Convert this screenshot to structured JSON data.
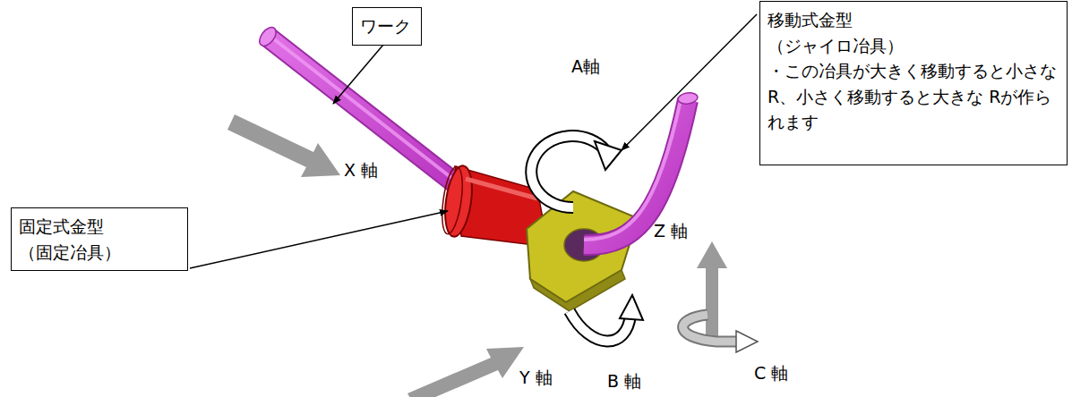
{
  "diagram": {
    "nodes": [
      {
        "text": [
          "ワーク"
        ]
      },
      {
        "text": [
          "移動式金型",
          "（ジャイロ冶具）",
          "・この冶具が大きく移動すると小さな R、小さく移動すると大きな Rが作られます"
        ]
      },
      {
        "text": [
          "固定式金型",
          "（固定冶具）"
        ]
      }
    ],
    "labels": [
      "A軸",
      "X 軸",
      "Z 軸",
      "Y 軸",
      "B 軸",
      "C 軸"
    ]
  }
}
